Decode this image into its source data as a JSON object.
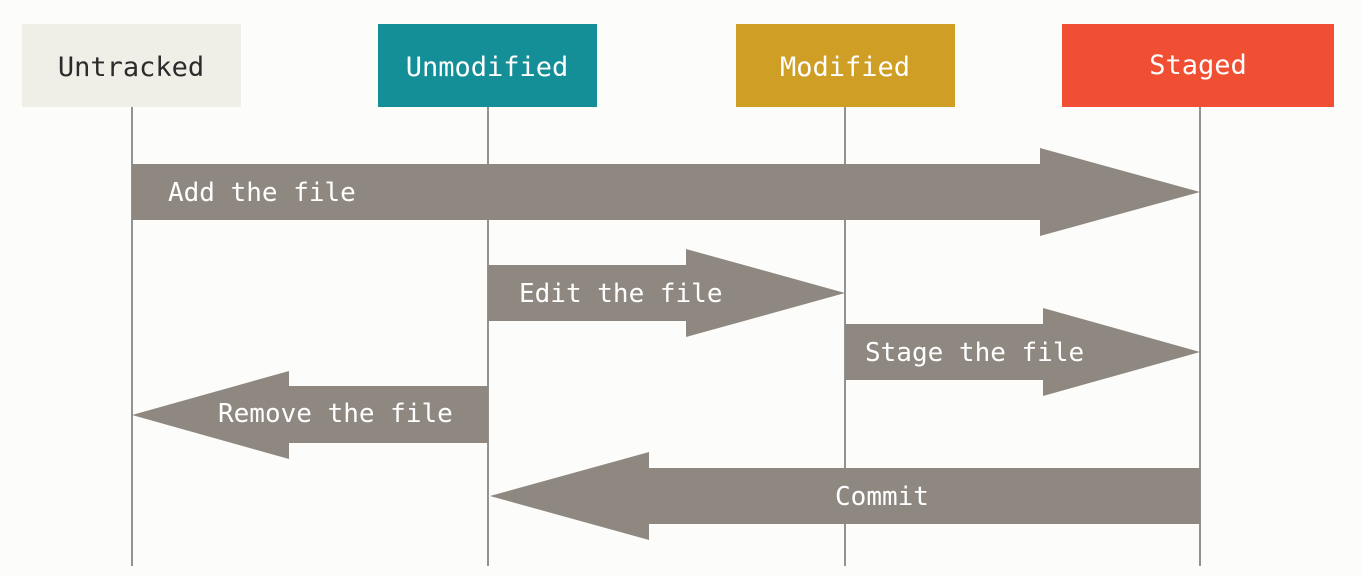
{
  "states": [
    {
      "label": "Untracked",
      "fill": "#f0efe7",
      "text_color": "#2b2b2b"
    },
    {
      "label": "Unmodified",
      "fill": "#158f97",
      "text_color": "#ffffff"
    },
    {
      "label": "Modified",
      "fill": "#cf9e24",
      "text_color": "#ffffff"
    },
    {
      "label": "Staged",
      "fill": "#f04f34",
      "text_color": "#ffffff"
    }
  ],
  "transitions": [
    {
      "label": "Add the file",
      "from": "Untracked",
      "to": "Staged"
    },
    {
      "label": "Edit the file",
      "from": "Unmodified",
      "to": "Modified"
    },
    {
      "label": "Stage the file",
      "from": "Modified",
      "to": "Staged"
    },
    {
      "label": "Remove the file",
      "from": "Unmodified",
      "to": "Untracked"
    },
    {
      "label": "Commit",
      "from": "Staged",
      "to": "Unmodified"
    }
  ],
  "colors": {
    "background": "#fcfcfa",
    "arrow": "#8e8880",
    "lifeline": "#6e6e6e"
  }
}
